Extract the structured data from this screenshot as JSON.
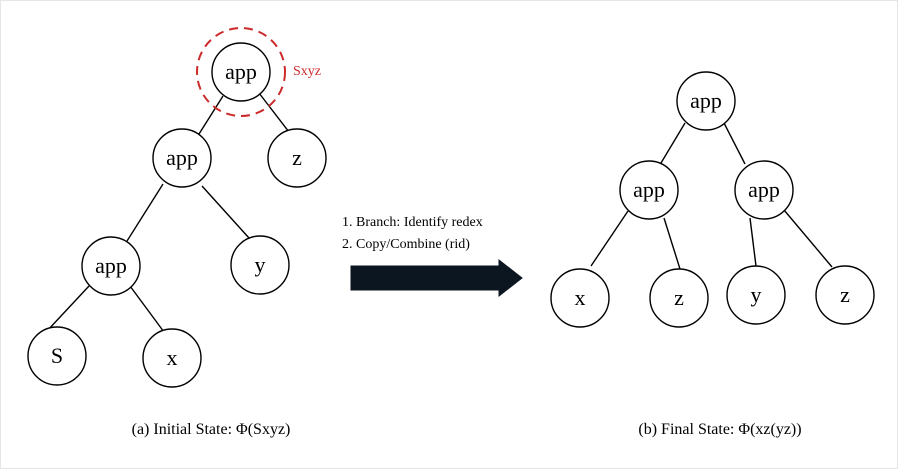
{
  "colors": {
    "line": "#000000",
    "highlight": "#cc2a2a",
    "arrow_fill": "#0c1620"
  },
  "left_tree": {
    "nodes": [
      "app",
      "app",
      "z",
      "app",
      "y",
      "S",
      "x"
    ],
    "redex_label": "Sxyz",
    "caption": "(a) Initial State: Φ(Sxyz)"
  },
  "right_tree": {
    "nodes": [
      "app",
      "app",
      "app",
      "x",
      "z",
      "y",
      "z"
    ],
    "caption": "(b) Final State: Φ(xz(yz))"
  },
  "transition": {
    "step1": "1. Branch: Identify redex",
    "step2": "2. Copy/Combine (rid)"
  }
}
